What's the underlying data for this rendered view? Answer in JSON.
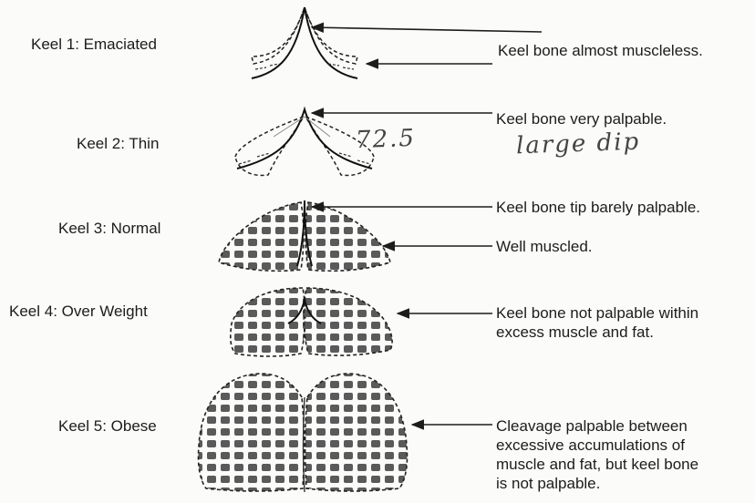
{
  "keels": [
    {
      "label": "Keel 1: Emaciated",
      "descriptions": [
        "Keel bone almost muscleless."
      ]
    },
    {
      "label": "Keel 2: Thin",
      "descriptions": [
        "Keel bone very palpable."
      ],
      "handwritten": [
        "72.5",
        "large dip"
      ]
    },
    {
      "label": "Keel 3: Normal",
      "descriptions": [
        "Keel bone tip barely palpable.",
        "Well muscled."
      ]
    },
    {
      "label": "Keel 4: Over Weight",
      "descriptions": [
        "Keel bone not palpable within\nexcess muscle and fat."
      ]
    },
    {
      "label": "Keel 5: Obese",
      "descriptions": [
        "Cleavage palpable between\nexcessive accumulations of\nmuscle and fat, but keel bone\nis not palpable."
      ]
    }
  ],
  "colors": {
    "ink": "#1c1c1c",
    "dot": "#555555",
    "paper": "#fbfbf9"
  }
}
